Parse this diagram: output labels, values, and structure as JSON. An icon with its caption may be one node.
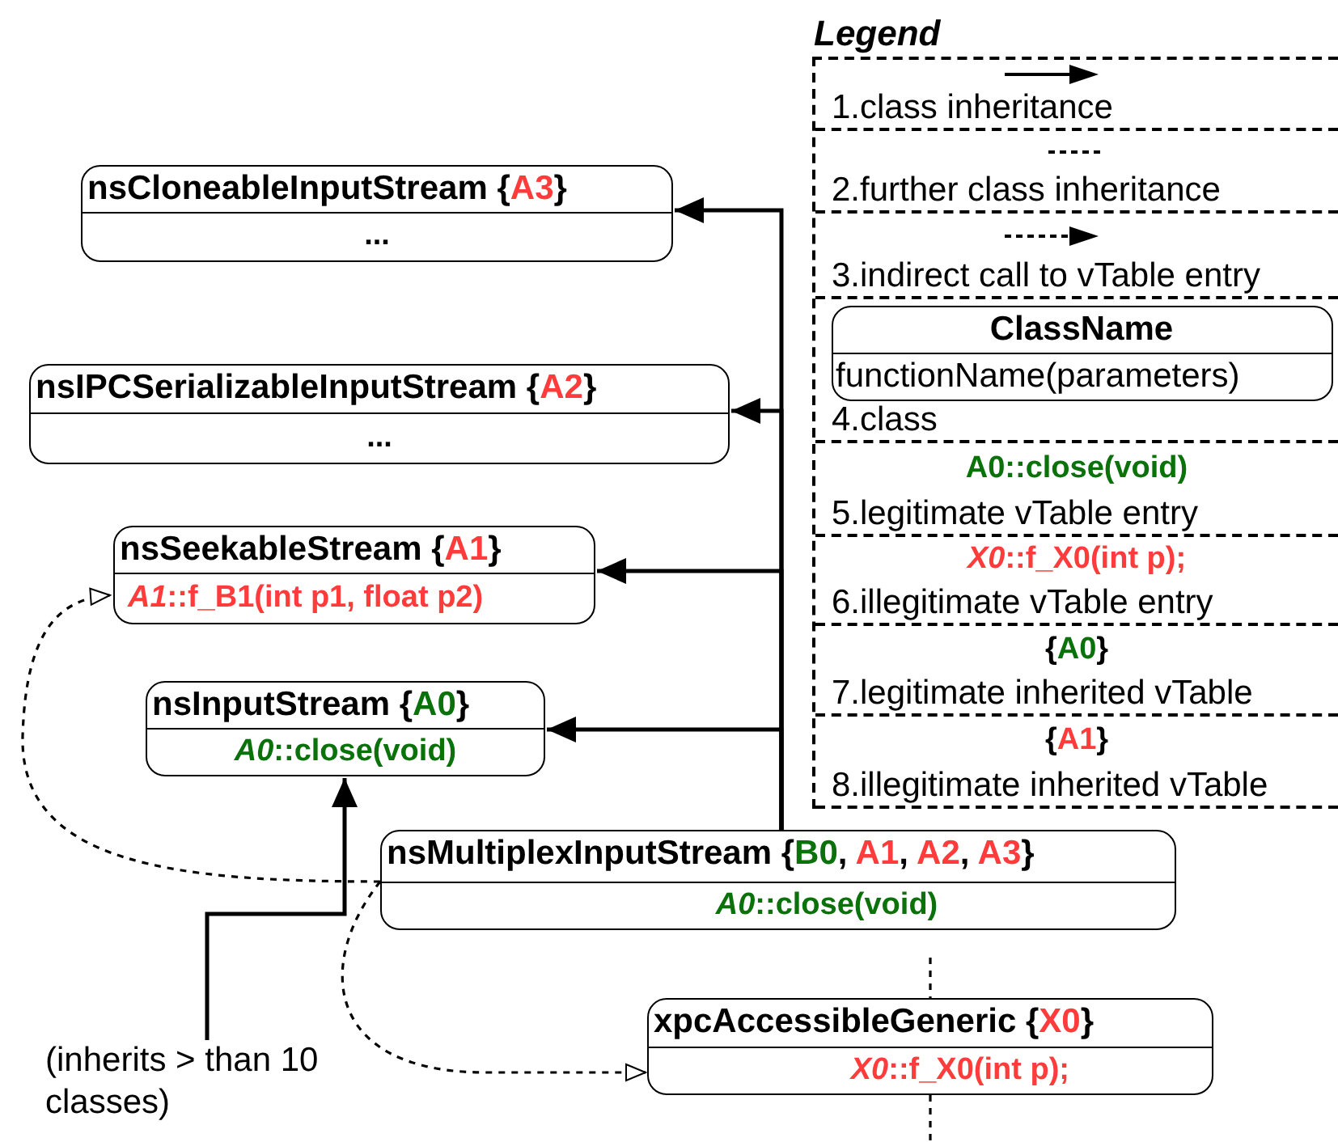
{
  "diagram": {
    "nodes": [
      {
        "text": [
          "nsCloneableInputStream {A3}",
          "..."
        ]
      },
      {
        "text": [
          "nsIPCSerializableInputStream {A2}",
          "..."
        ]
      },
      {
        "text": [
          "nsSeekableStream {A1}",
          "*A1*::f_B1(int p1, float p2)"
        ]
      },
      {
        "text": [
          "nsInputStream {A0}",
          "*A0*::close(void)"
        ]
      },
      {
        "text": [
          "nsMultiplexInputStream {B0, A1, A2, A3}",
          "*A0*::close(void)"
        ]
      },
      {
        "text": [
          "xpcAccessibleGeneric {X0}",
          "*X0*::f_X0(int p);"
        ]
      },
      {
        "text": [
          "(inherits > than 10 classes)"
        ]
      }
    ],
    "edges": [
      {
        "from": 4,
        "to": 0,
        "arrow": "to"
      },
      {
        "from": 4,
        "to": 1,
        "arrow": "to"
      },
      {
        "from": 4,
        "to": 2,
        "arrow": "to"
      },
      {
        "from": 4,
        "to": 3,
        "arrow": "to"
      },
      {
        "from": 6,
        "to": 3,
        "arrow": "to"
      },
      {
        "from": 4,
        "to": 2,
        "arrow": "to",
        "style": "dashed"
      },
      {
        "from": 4,
        "to": 5,
        "arrow": "to",
        "style": "dashed"
      },
      {
        "from": null,
        "to": 5,
        "arrow": "none",
        "style": "dashed"
      },
      {
        "from": 5,
        "to": null,
        "arrow": "none",
        "style": "dashed"
      }
    ],
    "labels": [
      "Legend",
      "ClassName",
      "functionName(parameters)",
      "A0::close(void)",
      "*X0*::f_X0(int p);",
      "{A0}",
      "{A1}"
    ],
    "legend": [
      {
        "text": "1.class inheritance"
      },
      {
        "text": "2.further class inheritance"
      },
      {
        "text": "3.indirect call to vTable entry"
      },
      {
        "text": "4.class"
      },
      {
        "text": "5.legitimate vTable entry"
      },
      {
        "text": "6.illegitimate vTable entry"
      },
      {
        "text": "7.legitimate inherited vTable"
      },
      {
        "text": "8.illegitimate inherited vTable"
      }
    ]
  }
}
